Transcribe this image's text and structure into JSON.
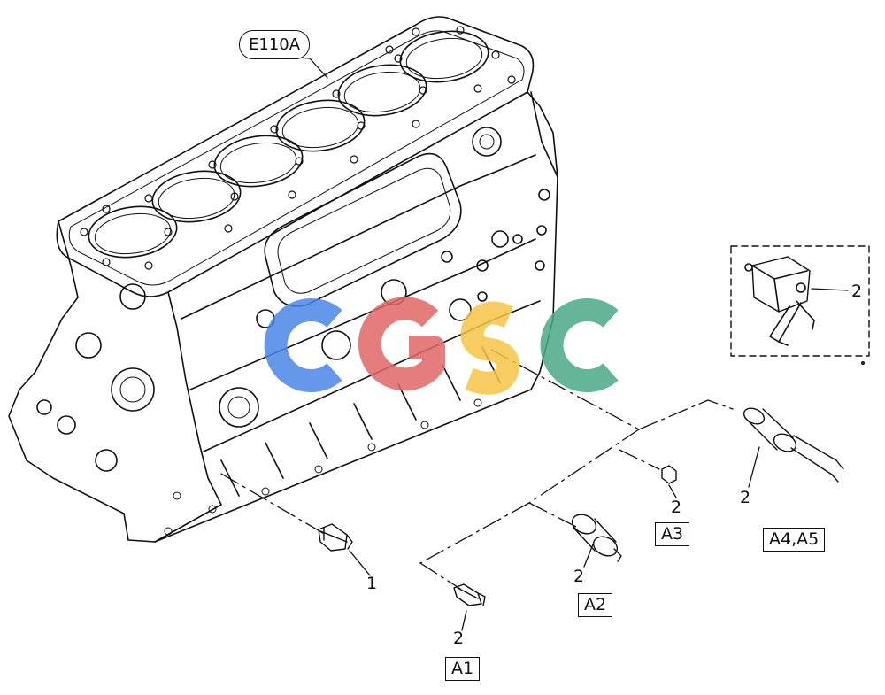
{
  "diagram": {
    "ref_tag": "E110A",
    "callouts": {
      "item_1": "1",
      "item_a1": "2",
      "item_a2": "2",
      "item_a3": "2",
      "item_a45": "2",
      "item_inset": "2"
    },
    "variant_boxes": {
      "a1": "A1",
      "a2": "A2",
      "a3": "A3",
      "a45": "A4,A5"
    },
    "watermark": {
      "text": "CGSC",
      "colors": [
        "#4a86e8",
        "#e06666",
        "#f6c445",
        "#4aa886"
      ]
    }
  }
}
